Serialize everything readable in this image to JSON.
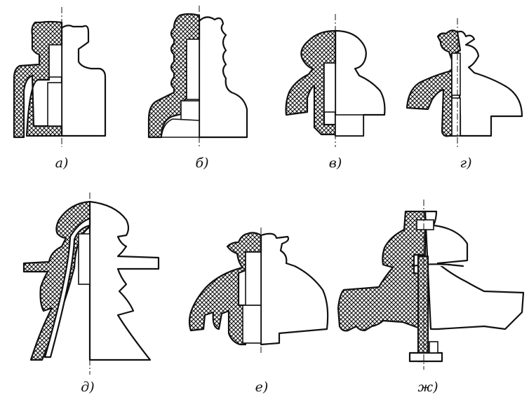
{
  "figures": [
    {
      "id": "a",
      "label": "а)"
    },
    {
      "id": "b",
      "label": "б)"
    },
    {
      "id": "v",
      "label": "в)"
    },
    {
      "id": "g",
      "label": "г)"
    },
    {
      "id": "d",
      "label": "д)"
    },
    {
      "id": "e",
      "label": "е)"
    },
    {
      "id": "zh",
      "label": "ж)"
    }
  ],
  "colors": {
    "ink": "#111111",
    "background": "#ffffff"
  }
}
